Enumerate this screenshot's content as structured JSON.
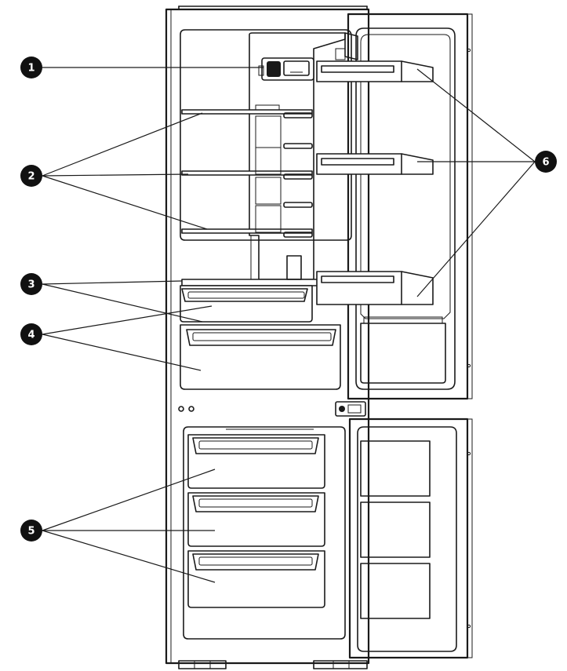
{
  "callouts": [
    {
      "id": "1",
      "label": "1"
    },
    {
      "id": "2",
      "label": "2"
    },
    {
      "id": "3",
      "label": "3"
    },
    {
      "id": "4",
      "label": "4"
    },
    {
      "id": "5",
      "label": "5"
    },
    {
      "id": "6",
      "label": "6"
    }
  ],
  "colors": {
    "line": "#1a1a1a",
    "callout_fill": "#111111",
    "callout_text": "#ffffff"
  }
}
